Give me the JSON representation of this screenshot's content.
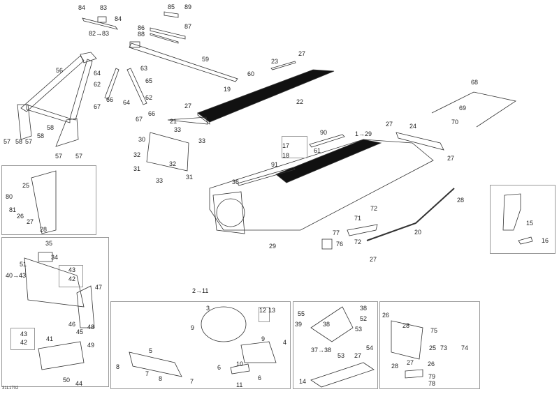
{
  "diagram": {
    "type": "exploded parts diagram",
    "reference_code": "31L1702",
    "callouts": {
      "c84a": "84",
      "c83": "83",
      "c84b": "84",
      "c82_83": "82→83",
      "c85": "85",
      "c89": "89",
      "c86": "86",
      "c87": "87",
      "c88": "88",
      "c59": "59",
      "c60": "60",
      "c19": "19",
      "c56": "56",
      "c64a": "64",
      "c63": "63",
      "c62a": "62",
      "c65": "65",
      "c66a": "66",
      "c67a": "67",
      "c62b": "62",
      "c64b": "64",
      "c66b": "66",
      "c67b": "67",
      "c58a": "58",
      "c58b": "58",
      "c58c": "58",
      "c58d": "58",
      "c57a": "57",
      "c57b": "57",
      "c57c": "57",
      "c57d": "57",
      "c57e": "57",
      "c23": "23",
      "c27a": "27",
      "c22": "22",
      "c27b": "27",
      "c21": "21",
      "c33a": "33",
      "c30": "30",
      "c33b": "33",
      "c32a": "32",
      "c32b": "32",
      "c31a": "31",
      "c31b": "31",
      "c33c": "33",
      "c36": "36",
      "c91": "91",
      "c90": "90",
      "c61": "61",
      "c17": "17",
      "c18": "18",
      "c1_29": "1→29",
      "c27c": "27",
      "c24": "24",
      "c27d": "27",
      "c68": "68",
      "c69": "69",
      "c70": "70",
      "c28a": "28",
      "c20": "20",
      "c27e": "27",
      "c72a": "72",
      "c71": "71",
      "c72b": "72",
      "c77": "77",
      "c76": "76",
      "c29": "29",
      "c15": "15",
      "c16": "16",
      "c25a": "25",
      "c80": "80",
      "c81": "81",
      "c26a": "26",
      "c27f": "27",
      "c28b": "28",
      "c35": "35",
      "c34": "34",
      "c51": "51",
      "c40_43": "40→43",
      "c43a": "43",
      "c42a": "42",
      "c47": "47",
      "c46": "46",
      "c45": "45",
      "c48": "48",
      "c43b": "43",
      "c42b": "42",
      "c41": "41",
      "c49": "49",
      "c50": "50",
      "c44": "44",
      "c2_11": "2→11",
      "c3": "3",
      "c12": "12",
      "c13": "13",
      "c9a": "9",
      "c9b": "9",
      "c9c": "9",
      "c4": "4",
      "c5": "5",
      "c8a": "8",
      "c8b": "8",
      "c7a": "7",
      "c7b": "7",
      "c6a": "6",
      "c6b": "6",
      "c10": "10",
      "c11": "11",
      "c55": "55",
      "c38a": "38",
      "c52": "52",
      "c39": "39",
      "c38b": "38",
      "c37_38": "37→38",
      "c53a": "53",
      "c54": "54",
      "c53b": "53",
      "c27g": "27",
      "c14": "14",
      "c26b": "26",
      "c28c": "28",
      "c75": "75",
      "c73": "73",
      "c74": "74",
      "c25b": "25",
      "c28d": "28",
      "c27h": "27",
      "c26c": "26",
      "c79": "79",
      "c78": "78"
    }
  }
}
